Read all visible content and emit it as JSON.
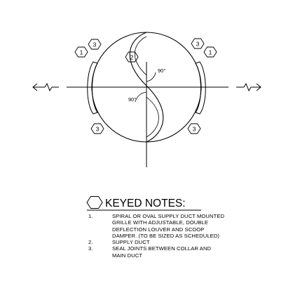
{
  "tags": {
    "tag_1": "1",
    "tag_2": "2",
    "tag_3": "3"
  },
  "angles": {
    "upper_angle": "90°",
    "lower_angle": "90°"
  },
  "keyed_notes": {
    "title": "KEYED NOTES:",
    "items": [
      {
        "num": "1.",
        "text": "SPIRAL OR OVAL SUPPLY DUCT MOUNTED\nGRILLE WITH ADJUSTABLE, DOUBLE\nDEFLECTION LOUVER AND SCOOP\nDAMPER. (TO BE SIZED AS SCHEDULED)"
      },
      {
        "num": "2.",
        "text": "SUPPLY DUCT"
      },
      {
        "num": "3.",
        "text": "SEAL JOINTS BETWEEN COLLAR AND\nMAIN DUCT"
      }
    ]
  }
}
